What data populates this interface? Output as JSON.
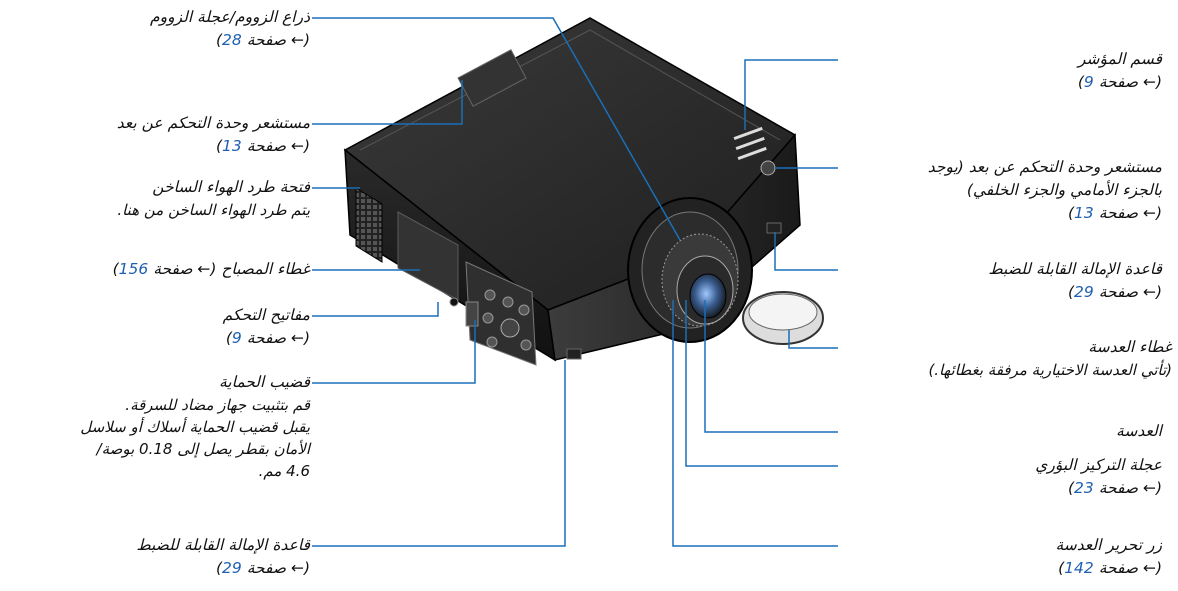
{
  "callouts": {
    "zoom": {
      "title": "ذراع الزووم/عجلة الزووم",
      "ref": "(← صفحة ",
      "page": "28",
      "close": ")"
    },
    "remote_top": {
      "title": "مستشعر وحدة التحكم عن بعد",
      "ref": "(← صفحة ",
      "page": "13",
      "close": ")"
    },
    "exhaust": {
      "title": "فتحة طرد الهواء الساخن",
      "note": "يتم طرد الهواء الساخن من هنا."
    },
    "lamp_cover": {
      "title": "غطاء المصباح (← صفحة ",
      "page": "156",
      "close": ")"
    },
    "controls": {
      "title": "مفاتيح التحكم",
      "ref": "(← صفحة ",
      "page": "9",
      "close": ")"
    },
    "security_bar": {
      "title": "قضيب الحماية",
      "note1": "قم بتثبيت جهاز مضاد للسرقة.",
      "note2": "يقبل قضيب الحماية أسلاك أو سلاسل",
      "note3": "الأمان بقطر يصل إلى 0.18 بوصة/",
      "note4": "4.6 مم."
    },
    "tilt_foot_bottom": {
      "title": "قاعدة الإمالة القابلة للضبط",
      "ref": "(← صفحة ",
      "page": "29",
      "close": ")"
    },
    "indicator": {
      "title": "قسم المؤشر",
      "ref": "(← صفحة ",
      "page": "9",
      "close": ")"
    },
    "remote_front": {
      "title": "مستشعر وحدة التحكم عن بعد (يوجد",
      "title2": "بالجزء الأمامي والجزء الخلفي)",
      "ref": "(← صفحة ",
      "page": "13",
      "close": ")"
    },
    "tilt_foot_right": {
      "title": "قاعدة الإمالة القابلة للضبط",
      "ref": "(← صفحة ",
      "page": "29",
      "close": ")"
    },
    "lens_cap": {
      "title": "غطاء العدسة",
      "note": "(تأتي العدسة الاختيارية مرفقة بغطائها.)"
    },
    "lens": {
      "title": "العدسة"
    },
    "focus": {
      "title": "عجلة التركيز البؤري",
      "ref": "(← صفحة ",
      "page": "23",
      "close": ")"
    },
    "lens_release": {
      "title": "زر تحرير العدسة",
      "ref": "(← صفحة ",
      "page": "142",
      "close": ")"
    }
  },
  "colors": {
    "leader": "#1a6fb8",
    "body_dark": "#2b2b2b",
    "body_mid": "#4a4a4a",
    "page_ref": "#1f5fb0"
  }
}
